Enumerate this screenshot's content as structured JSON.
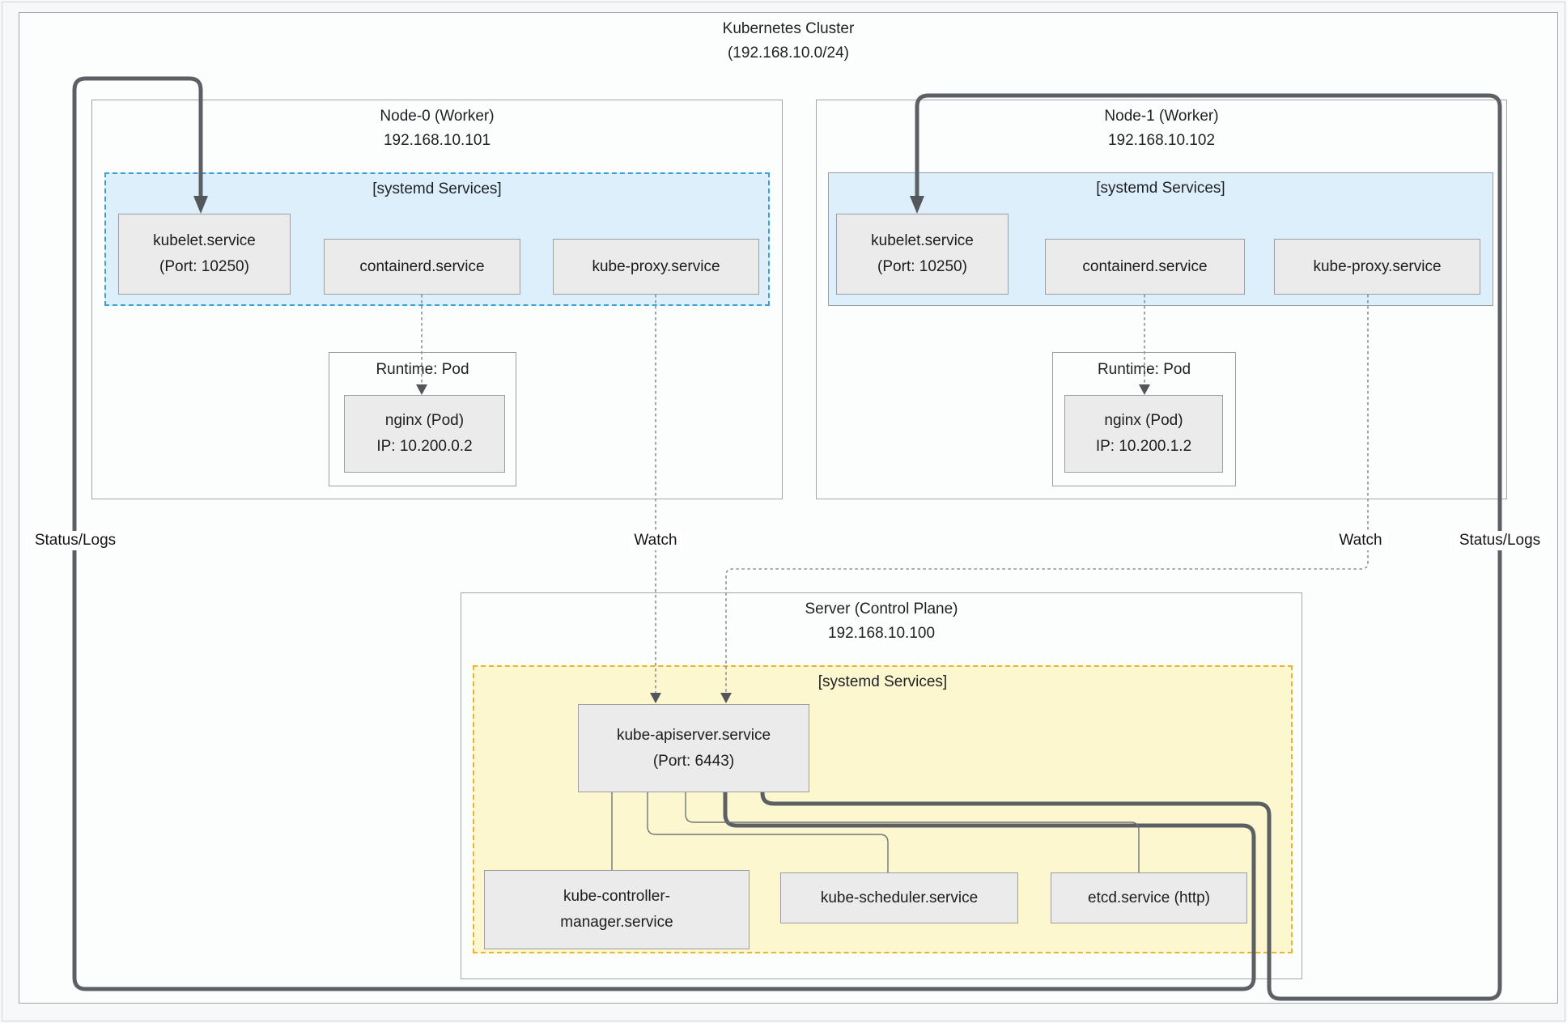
{
  "diagram": {
    "cluster": {
      "title": "Kubernetes Cluster",
      "subtitle": "(192.168.10.0/24)"
    },
    "nodes": [
      {
        "title": "Node-0 (Worker)",
        "ip": "192.168.10.101",
        "systemd_label": "[systemd Services]",
        "kubelet": {
          "label": "kubelet.service",
          "sub": "(Port: 10250)"
        },
        "containerd": {
          "label": "containerd.service"
        },
        "kube_proxy": {
          "label": "kube-proxy.service"
        },
        "runtime": {
          "title": "Runtime: Pod",
          "pod": "nginx (Pod)",
          "pod_ip": "IP: 10.200.0.2"
        }
      },
      {
        "title": "Node-1 (Worker)",
        "ip": "192.168.10.102",
        "systemd_label": "[systemd Services]",
        "kubelet": {
          "label": "kubelet.service",
          "sub": "(Port: 10250)"
        },
        "containerd": {
          "label": "containerd.service"
        },
        "kube_proxy": {
          "label": "kube-proxy.service"
        },
        "runtime": {
          "title": "Runtime: Pod",
          "pod": "nginx (Pod)",
          "pod_ip": "IP: 10.200.1.2"
        }
      }
    ],
    "server": {
      "title": "Server (Control Plane)",
      "ip": "192.168.10.100",
      "systemd_label": "[systemd Services]",
      "apiserver": {
        "label": "kube-apiserver.service",
        "sub": "(Port: 6443)"
      },
      "controller_manager": {
        "line1": "kube-controller-",
        "line2": "manager.service"
      },
      "scheduler": {
        "label": "kube-scheduler.service"
      },
      "etcd": {
        "label": "etcd.service (http)"
      }
    },
    "edge_labels": {
      "watch_left": "Watch",
      "watch_right": "Watch",
      "status_left": "Status/Logs",
      "status_right": "Status/Logs"
    },
    "colors": {
      "node_systemd_fill": "#ddeffb",
      "node_systemd_border": "#3fa0d8",
      "server_systemd_fill": "#fcf7cf",
      "server_systemd_border": "#e8b52e",
      "service_fill": "#ebebeb",
      "service_border": "#9b9da0",
      "thick_line": "#5c6065",
      "thin_line": "#70747a",
      "dotted_line": "#8f8f8f"
    }
  }
}
